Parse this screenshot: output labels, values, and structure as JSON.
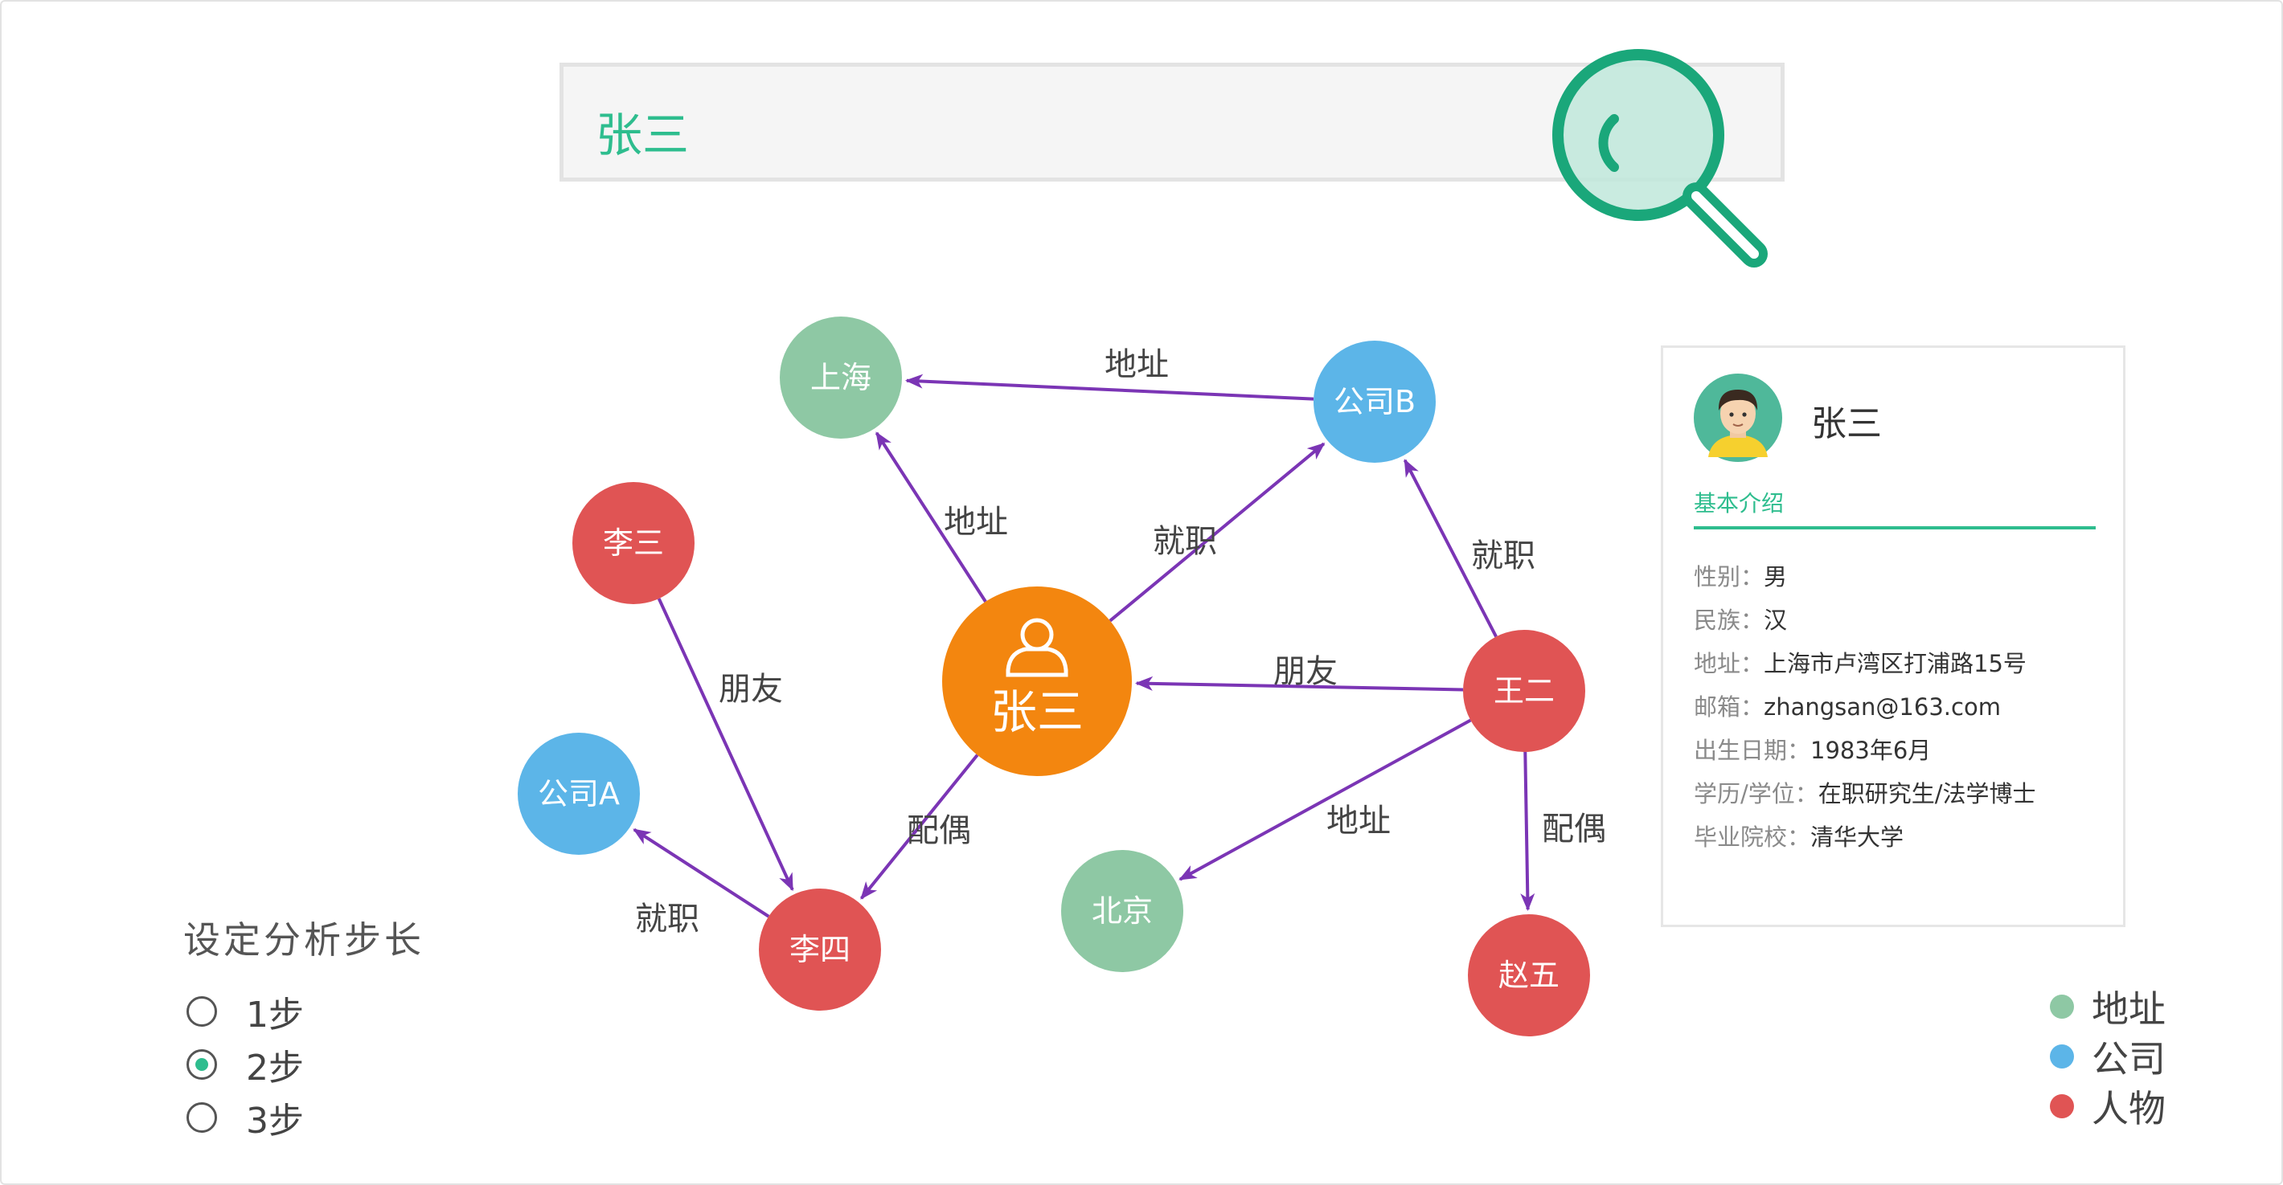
{
  "search": {
    "query": "张三"
  },
  "colors": {
    "accent": "#2ebd8e",
    "address": "#8ec8a4",
    "company": "#5cb5e8",
    "person": "#e05454",
    "center": "#f3860f",
    "edge": "#7b35b5"
  },
  "graph": {
    "nodes": [
      {
        "id": "zhangsan",
        "label": "张三",
        "type": "center",
        "icon": "person-icon"
      },
      {
        "id": "shanghai",
        "label": "上海",
        "type": "address"
      },
      {
        "id": "gongsiB",
        "label": "公司B",
        "type": "company"
      },
      {
        "id": "lisan",
        "label": "李三",
        "type": "person"
      },
      {
        "id": "gongsiA",
        "label": "公司A",
        "type": "company"
      },
      {
        "id": "lisi",
        "label": "李四",
        "type": "person"
      },
      {
        "id": "wanger",
        "label": "王二",
        "type": "person"
      },
      {
        "id": "beijing",
        "label": "北京",
        "type": "address"
      },
      {
        "id": "zhaowu",
        "label": "赵五",
        "type": "person"
      }
    ],
    "edges": [
      {
        "from": "gongsiB",
        "to": "shanghai",
        "label": "地址"
      },
      {
        "from": "zhangsan",
        "to": "shanghai",
        "label": "地址"
      },
      {
        "from": "zhangsan",
        "to": "gongsiB",
        "label": "就职"
      },
      {
        "from": "wanger",
        "to": "gongsiB",
        "label": "就职"
      },
      {
        "from": "wanger",
        "to": "zhangsan",
        "label": "朋友"
      },
      {
        "from": "lisan",
        "to": "lisi",
        "label": "朋友"
      },
      {
        "from": "zhangsan",
        "to": "lisi",
        "label": "配偶"
      },
      {
        "from": "lisi",
        "to": "gongsiA",
        "label": "就职"
      },
      {
        "from": "wanger",
        "to": "beijing",
        "label": "地址"
      },
      {
        "from": "wanger",
        "to": "zhaowu",
        "label": "配偶"
      }
    ]
  },
  "profile": {
    "name": "张三",
    "section_title": "基本介绍",
    "rows": [
      {
        "label": "性别：",
        "value": "男"
      },
      {
        "label": "民族：",
        "value": "汉"
      },
      {
        "label": "地址：",
        "value": "上海市卢湾区打浦路15号"
      },
      {
        "label": "邮箱：",
        "value": "zhangsan@163.com"
      },
      {
        "label": "出生日期：",
        "value": "1983年6月"
      },
      {
        "label": "学历/学位：",
        "value": "在职研究生/法学博士"
      },
      {
        "label": "毕业院校：",
        "value": "清华大学"
      }
    ]
  },
  "steps": {
    "title": "设定分析步长",
    "options": [
      {
        "label": "1步",
        "checked": false
      },
      {
        "label": "2步",
        "checked": true
      },
      {
        "label": "3步",
        "checked": false
      }
    ]
  },
  "legend": [
    {
      "label": "地址",
      "type": "address"
    },
    {
      "label": "公司",
      "type": "company"
    },
    {
      "label": "人物",
      "type": "person"
    }
  ]
}
